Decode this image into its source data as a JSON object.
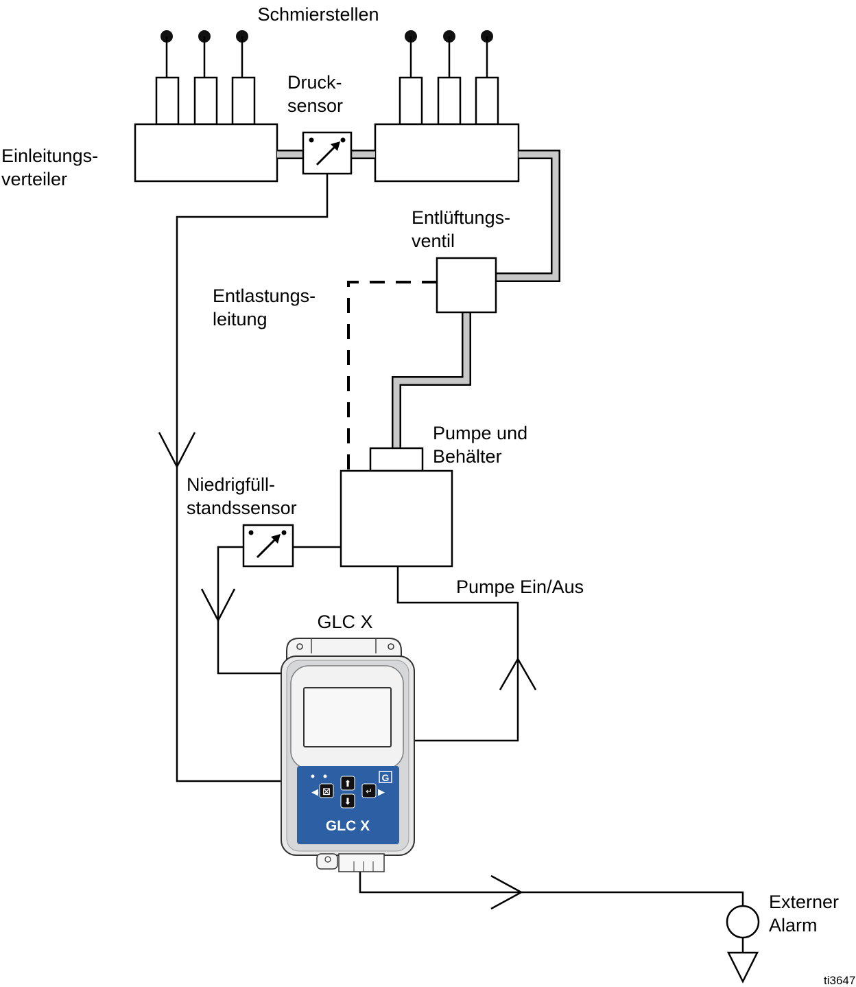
{
  "labels": {
    "lubrication_points": "Schmierstellen",
    "pressure_sensor": [
      "Druck-",
      "sensor"
    ],
    "injector_manifold": [
      "Einleitungs-",
      "verteiler"
    ],
    "vent_valve": [
      "Entlüftungs-",
      "ventil"
    ],
    "relief_line": [
      "Entlastungs-",
      "leitung"
    ],
    "pump_reservoir": [
      "Pumpe und",
      "Behälter"
    ],
    "low_level_sensor": [
      "Niedrigfüll-",
      "standssensor"
    ],
    "pump_on_off": "Pumpe Ein/Aus",
    "controller_title": "GLC X",
    "external_alarm": [
      "Externer",
      "Alarm"
    ],
    "figure_id": "ti3647"
  },
  "device": {
    "panel_text": "GLC X",
    "brand_mark": "G",
    "panel_color": "#2c5fa3"
  }
}
